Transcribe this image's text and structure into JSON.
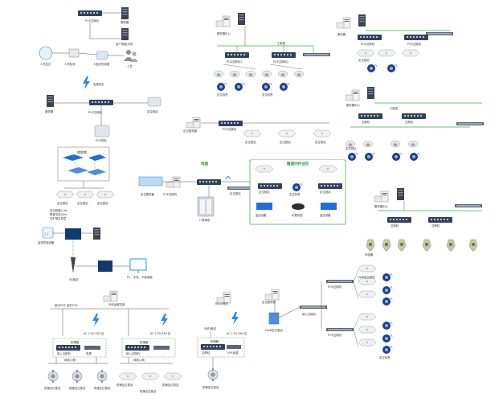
{
  "colors": {
    "link": "#555555",
    "green_bus": "#2bb14a",
    "switch": "#33415c",
    "server": "#3c4350",
    "ap": "#e9ecef",
    "camera": "#1d3f8a",
    "lightning": "#2f89d9",
    "dashed_box": "#49b34f",
    "sky": "#1e9ee0"
  },
  "icons": [
    "switch-icon",
    "server-icon",
    "access-point-icon",
    "camera-icon",
    "cloud-icon",
    "people-icon",
    "lightning-icon",
    "monitor-icon",
    "tower-icon",
    "sensor-icon"
  ],
  "labels": {
    "top_switch": "POE交换机",
    "top_server": "服务器",
    "top_client": "用户电脑/手机",
    "cloud_left": "人员定位",
    "cloud_user": "人员检测",
    "face": "人脸识别设备",
    "people": "人员",
    "center_server": "服务器",
    "center_switch": "POE交换机",
    "center_ap": "定位基站",
    "poe_supply": "电源供应",
    "poe_box": "POE供电",
    "region_title": "底地库",
    "region_a": "定位基站",
    "region_b": "定位基站",
    "region_c": "定位基站",
    "region_note1": "定位精度0.3m",
    "region_note2": "覆盖半径30m",
    "region_note3": "可扩展至多层",
    "phone_box": "监测终端设备",
    "phone_label": "((·))",
    "tower": "5G基站",
    "mid_box": "((·))",
    "monitor": "PC、手机、平板电脑",
    "right1_server": "服务器中心",
    "right1_sw1": "POE交换机1",
    "right1_sw2": "POE交换机2",
    "right1_bus": "汇聚层",
    "right1_ap": "定位基站",
    "right1_cam": "定位标签",
    "right2_server": "服务器",
    "right2_sw": "POE交换机",
    "right2_ap": "定位基站",
    "mid_server": "定位服务器",
    "mid_sw": "POE交换机",
    "mid_ap": "定位基站",
    "green_title": "地面",
    "green_sub": "定位基站",
    "office_title": "隧道内作业区",
    "office_a": "定位基站",
    "office_b": "定位标签",
    "office_c": "监控设备",
    "office_d": "定位基站",
    "office_e": "车载标签",
    "office_f": "监控设备",
    "gate": "门禁闸机",
    "green_sw": "POE交换机",
    "green_pc": "定位服务器",
    "green_tag": "定位标签",
    "right3_server": "服务器中心",
    "right3_bus": "汇聚层",
    "right3_sw": "交换机",
    "right3_ap": "定位基站",
    "right4_server": "服务器中心",
    "right4_sw": "交换机",
    "right4_ap": "定位基站",
    "right4_sensor": "传感器",
    "bottom_right_pc": "定位服务器",
    "bottom_right_sw": "核心交换机",
    "bottom_right_ap": "UWB定位基站",
    "bottom_right_cam": "定位标签",
    "bottom_right_sw2": "POE交换机",
    "bottom_left_top": "无线远程控制",
    "bottom_left_a": "室内POE",
    "bottom_left_b": "室外POE",
    "bottom_left_box": "防爆箱",
    "bottom_left_sw": "接入交换机",
    "bottom_left_pwr": "电源",
    "bottom_left_ap": "防爆定位基站",
    "bottom_mid_box": "防爆箱",
    "bottom_mid_sw": "接入交换机",
    "bottom_mid_ap": "防爆定位基站",
    "bottom_single_box": "防爆箱",
    "bottom_single_sw": "交换机",
    "bottom_single_ap": "防爆定位基站",
    "bottom_center_top": "RJ45/网线",
    "bottom_center_fiber": "光纤/网线",
    "bottom_center_ups": "UPS电源",
    "voltage1": "AC 1'5V-36V 区",
    "voltage2": "AC 1'5V-36V 区",
    "voltage3": "AC 1'5V-36V 区",
    "net_a": "网线(1条)",
    "net_b": "网线(1条)"
  }
}
